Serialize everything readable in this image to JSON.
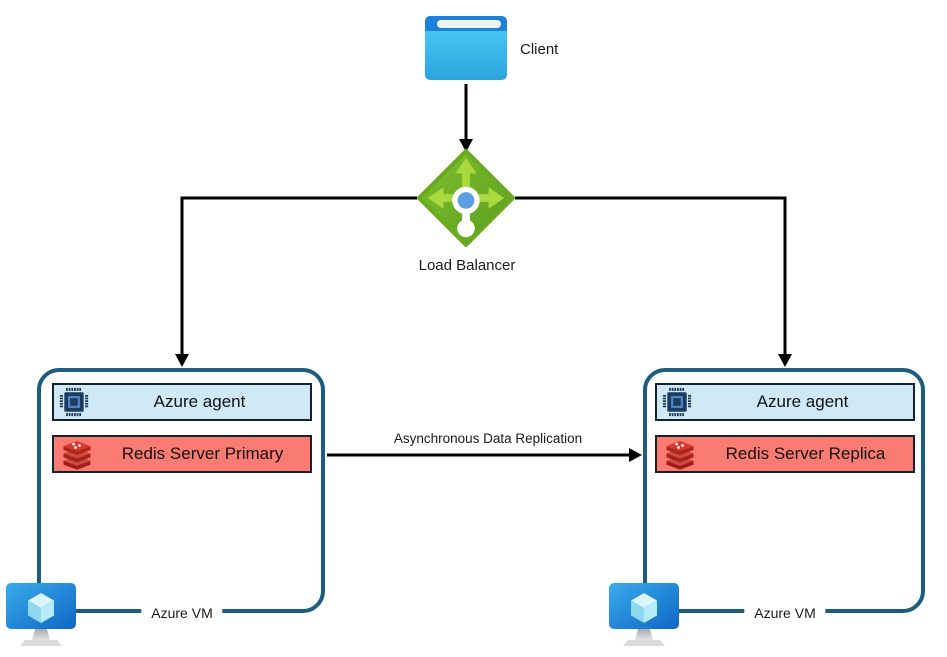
{
  "nodes": {
    "client": {
      "label": "Client"
    },
    "load_balancer": {
      "label": "Load Balancer"
    },
    "vm_left": {
      "agent": "Azure agent",
      "redis": "Redis Server Primary",
      "vm": "Azure VM"
    },
    "vm_right": {
      "agent": "Azure agent",
      "redis": "Redis Server Replica",
      "vm": "Azure VM"
    }
  },
  "edges": {
    "client_to_lb": "",
    "replication_label": "Asynchronous Data Replication"
  },
  "icons": {
    "client": "browser-window-icon",
    "load_balancer": "azure-load-balancer-icon",
    "agent": "cpu-chip-icon",
    "redis": "redis-stack-icon",
    "vm": "azure-vm-monitor-icon"
  },
  "colors": {
    "box_border": "#1d5e7e",
    "agent_bg": "#cfe9f7",
    "redis_bg": "#fa7b72",
    "bar_border": "#16212e",
    "connector": "#000000",
    "lb_green": "#6fb024",
    "lb_arrow": "#a9d93c",
    "lb_dot_blue": "#5b9fe0",
    "client_top": "#1b82d8",
    "chip_navy": "#1c3b5e",
    "redis_dark": "#a6231a",
    "redis_bright": "#d8392c",
    "text_dark": "#1a1a1a"
  }
}
